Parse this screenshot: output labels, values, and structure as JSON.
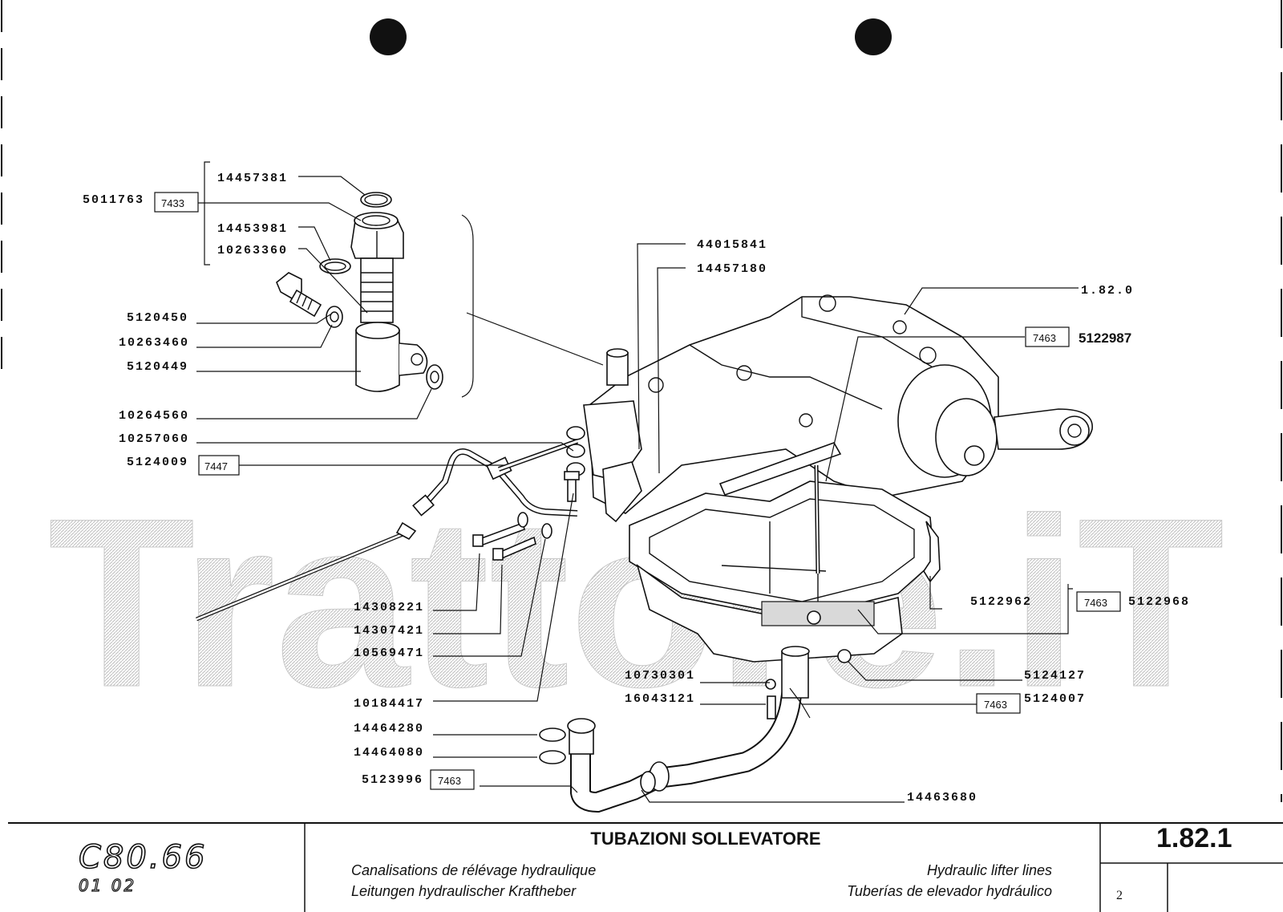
{
  "watermark": "Trattore.iT",
  "callouts": {
    "p14457381": "14457381",
    "p5011763": "5011763",
    "box7433": "7433",
    "p14453981": "14453981",
    "p10263360": "10263360",
    "p5120450": "5120450",
    "p10263460": "10263460",
    "p5120449": "5120449",
    "p10264560": "10264560",
    "p10257060": "10257060",
    "p5124009": "5124009",
    "box7447": "7447",
    "p44015841": "44015841",
    "p14457180": "14457180",
    "p1820": "1.82.0",
    "box7463a": "7463",
    "p5122987": "5122987",
    "p14308221": "14308221",
    "p14307421": "14307421",
    "p10569471": "10569471",
    "p10184417": "10184417",
    "p5122962": "5122962",
    "box7463b": "7463",
    "p5122968": "5122968",
    "p10730301": "10730301",
    "p16043121": "16043121",
    "p5124127": "5124127",
    "box7463c": "7463",
    "p5124007": "5124007",
    "p14464280": "14464280",
    "p14464080": "14464080",
    "p5123996": "5123996",
    "box7463d": "7463",
    "p14463680": "14463680"
  },
  "title_block": {
    "model_logo": "C80.66",
    "model_sub": "01  02",
    "title": "TUBAZIONI SOLLEVATORE",
    "fr": "Canalisations de rélévage hydraulique",
    "de": "Leitungen hydraulischer Kraftheber",
    "en": "Hydraulic lifter lines",
    "es": "Tuberías de elevador hydráulico",
    "page_number": "1.82.1",
    "sheet": "2"
  }
}
